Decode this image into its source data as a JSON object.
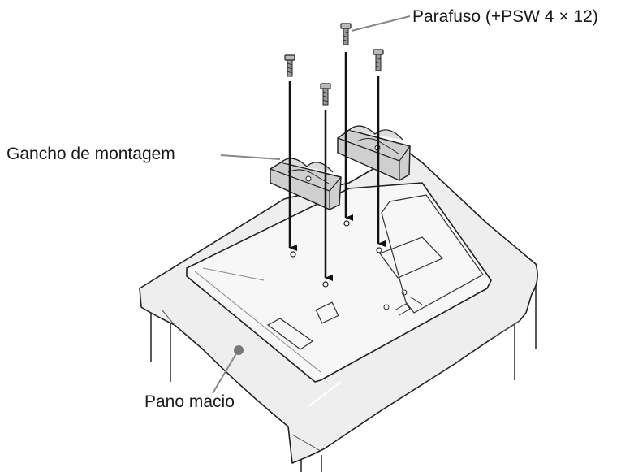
{
  "labels": {
    "screw": "Parafuso (+PSW 4 × 12)",
    "mounting_hook": "Gancho de montagem",
    "soft_cloth": "Pano macio"
  },
  "colors": {
    "cloth_fill": "#eeeeee",
    "tv_fill": "#f7f7f7",
    "bracket_fill": "#cfcfcf",
    "line": "#222222",
    "leader": "#888888"
  }
}
